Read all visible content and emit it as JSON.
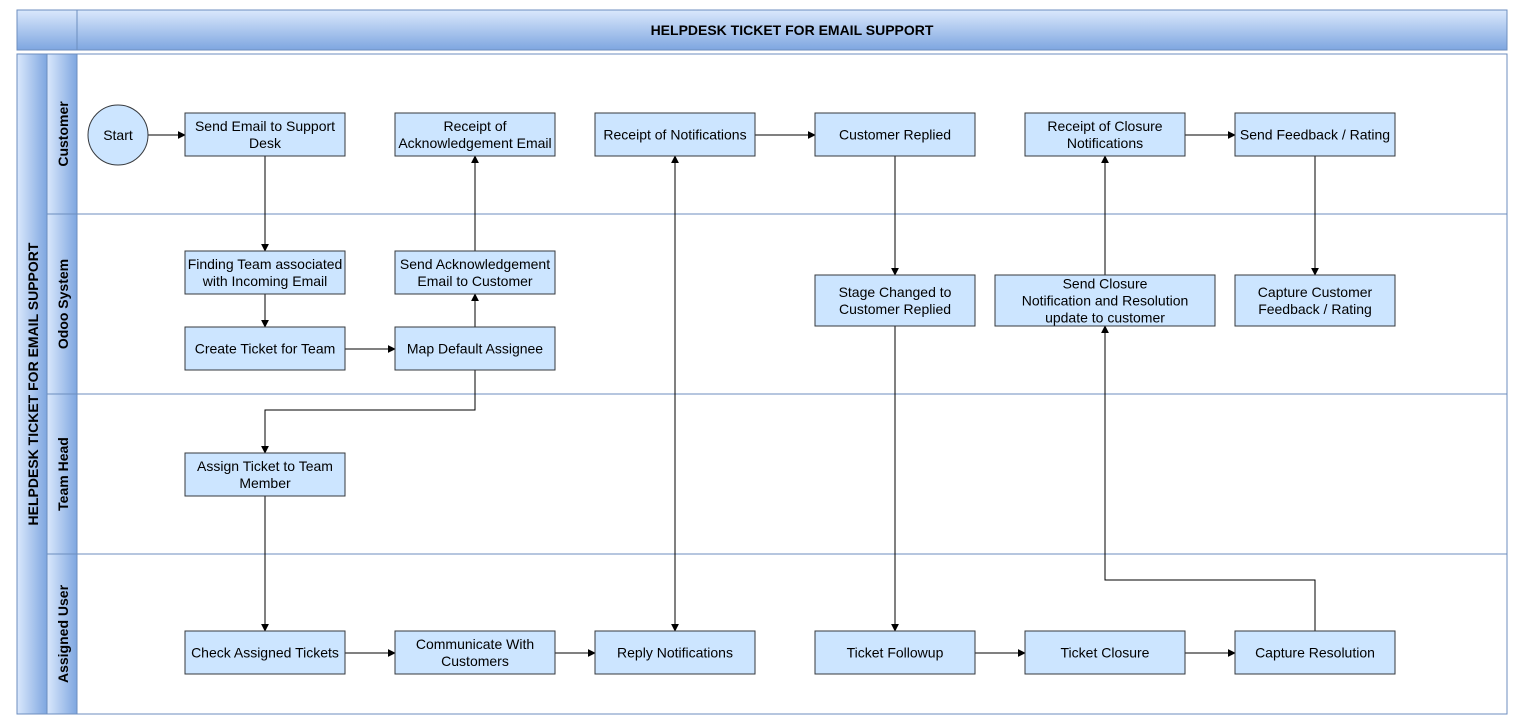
{
  "header": {
    "title": "HELPDESK TICKET FOR EMAIL SUPPORT"
  },
  "pool": {
    "title": "HELPDESK TICKET FOR EMAIL SUPPORT"
  },
  "lanes": [
    {
      "id": "customer",
      "label": "Customer"
    },
    {
      "id": "odoo",
      "label": "Odoo System"
    },
    {
      "id": "teamhead",
      "label": "Team Head"
    },
    {
      "id": "assigned",
      "label": "Assigned User"
    }
  ],
  "nodes": {
    "start": [
      "Start"
    ],
    "send_email": [
      "Send Email to Support",
      "Desk"
    ],
    "receipt_ack": [
      "Receipt of",
      "Acknowledgement Email"
    ],
    "receipt_notif": [
      "Receipt of Notifications"
    ],
    "customer_replied": [
      "Customer Replied"
    ],
    "receipt_closure": [
      "Receipt of Closure",
      "Notifications"
    ],
    "send_feedback": [
      "Send Feedback / Rating"
    ],
    "finding_team": [
      "Finding Team associated",
      "with Incoming Email"
    ],
    "send_ack": [
      "Send Acknowledgement",
      "Email to Customer"
    ],
    "stage_changed": [
      "Stage Changed to",
      "Customer Replied"
    ],
    "send_closure": [
      "Send Closure",
      "Notification and Resolution",
      "update to customer"
    ],
    "capture_feedback": [
      "Capture Customer",
      "Feedback / Rating"
    ],
    "create_ticket": [
      "Create Ticket for Team"
    ],
    "map_assignee": [
      "Map Default Assignee"
    ],
    "assign_ticket": [
      "Assign Ticket to Team",
      "Member"
    ],
    "check_tickets": [
      "Check Assigned Tickets"
    ],
    "communicate": [
      "Communicate With",
      "Customers"
    ],
    "reply_notif": [
      "Reply Notifications"
    ],
    "ticket_followup": [
      "Ticket Followup"
    ],
    "ticket_closure": [
      "Ticket Closure"
    ],
    "capture_resolution": [
      "Capture Resolution"
    ]
  },
  "colors": {
    "box_fill": "#cce5ff",
    "box_stroke": "#36393d",
    "lane_border": "#6c8ebf",
    "header_top": "#dae8fc",
    "header_bottom": "#7ea6e0",
    "arrow": "#000000"
  }
}
